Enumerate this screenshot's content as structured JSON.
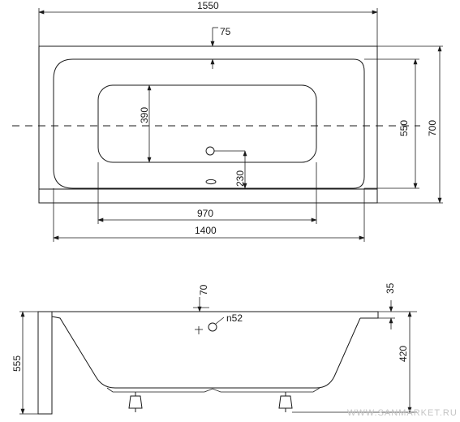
{
  "top_view": {
    "overall_length": "1550",
    "overflow_offset": "75",
    "inner_width": "550",
    "overall_width": "700",
    "basin_width": "390",
    "drain_offset": "230",
    "basin_length": "970",
    "inner_length": "1400"
  },
  "side_view": {
    "overflow_height": "70",
    "overflow_diameter": "n52",
    "rim_thickness": "35",
    "front_height": "555",
    "rim_height": "420"
  },
  "watermark": "WWW.SANMARKET.RU"
}
